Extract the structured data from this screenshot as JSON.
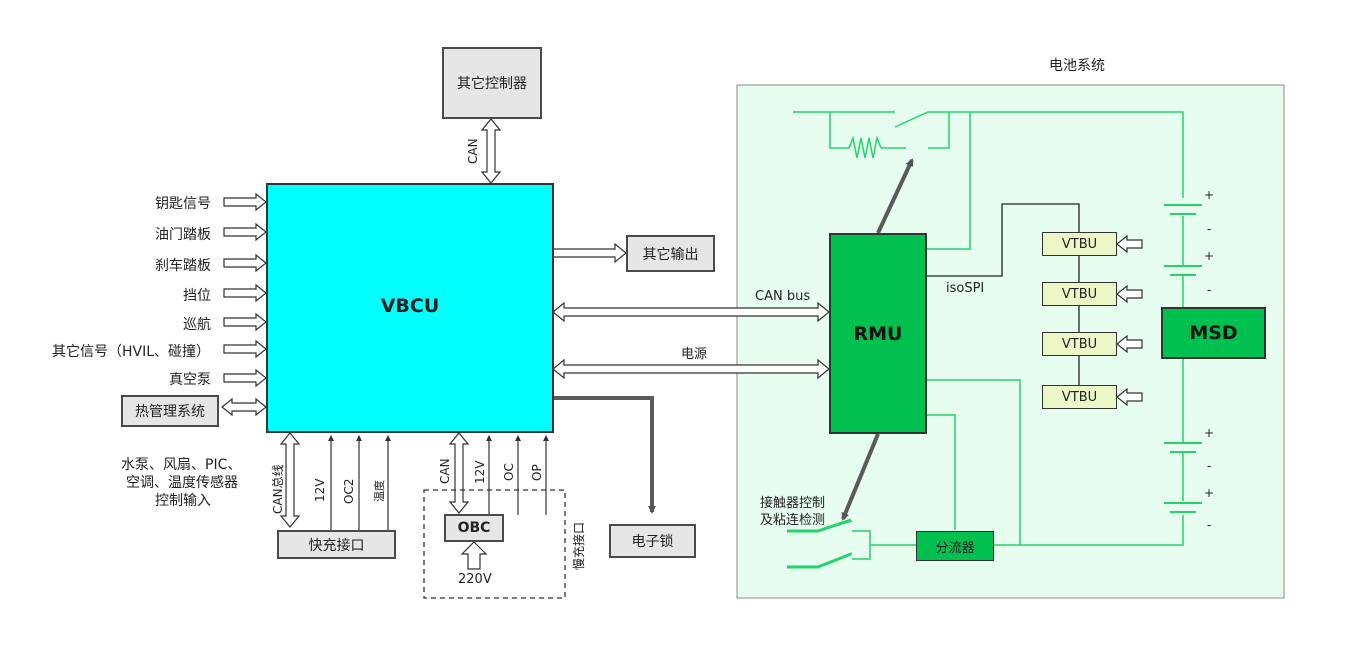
{
  "battery_system": {
    "title": "电池系统"
  },
  "vbcu": {
    "label": "VBCU"
  },
  "rmu": {
    "label": "RMU"
  },
  "msd": {
    "label": "MSD"
  },
  "other_controller": {
    "label": "其它控制器",
    "link": "CAN"
  },
  "other_output": {
    "label": "其它输出"
  },
  "thermal": {
    "label": "热管理系统",
    "note": [
      "水泵、风扇、PIC、",
      "空调、温度传感器",
      "控制输入"
    ]
  },
  "inputs": [
    "钥匙信号",
    "油门踏板",
    "刹车踏板",
    "挡位",
    "巡航",
    "其它信号（HVIL、碰撞）",
    "真空泵"
  ],
  "fast_charge": {
    "label": "快充接口",
    "signals": [
      "CAN总线",
      "12V",
      "OC2",
      "温度"
    ]
  },
  "slow_charge": {
    "label": "慢充接口",
    "obc": "OBC",
    "voltage": "220V",
    "signals": [
      "CAN",
      "12V",
      "OC",
      "OP"
    ]
  },
  "e_lock": {
    "label": "电子锁"
  },
  "links": {
    "can_bus": "CAN bus",
    "power": "电源",
    "isospi": "isoSPI"
  },
  "vtbu": [
    "VTBU",
    "VTBU",
    "VTBU",
    "VTBU"
  ],
  "shunt": {
    "label": "分流器"
  },
  "contactor": {
    "label": [
      "接触器控制",
      "及粘连检测"
    ]
  },
  "cell_signs": [
    "+",
    "-",
    "+",
    "-",
    "+",
    "-",
    "+",
    "-"
  ],
  "colors": {
    "vbcu": "#00ffff",
    "rmu": "#00c050",
    "green_line": "#22d46a",
    "panel": "#e6fdf0",
    "vtbu": "#ecf7c8"
  }
}
